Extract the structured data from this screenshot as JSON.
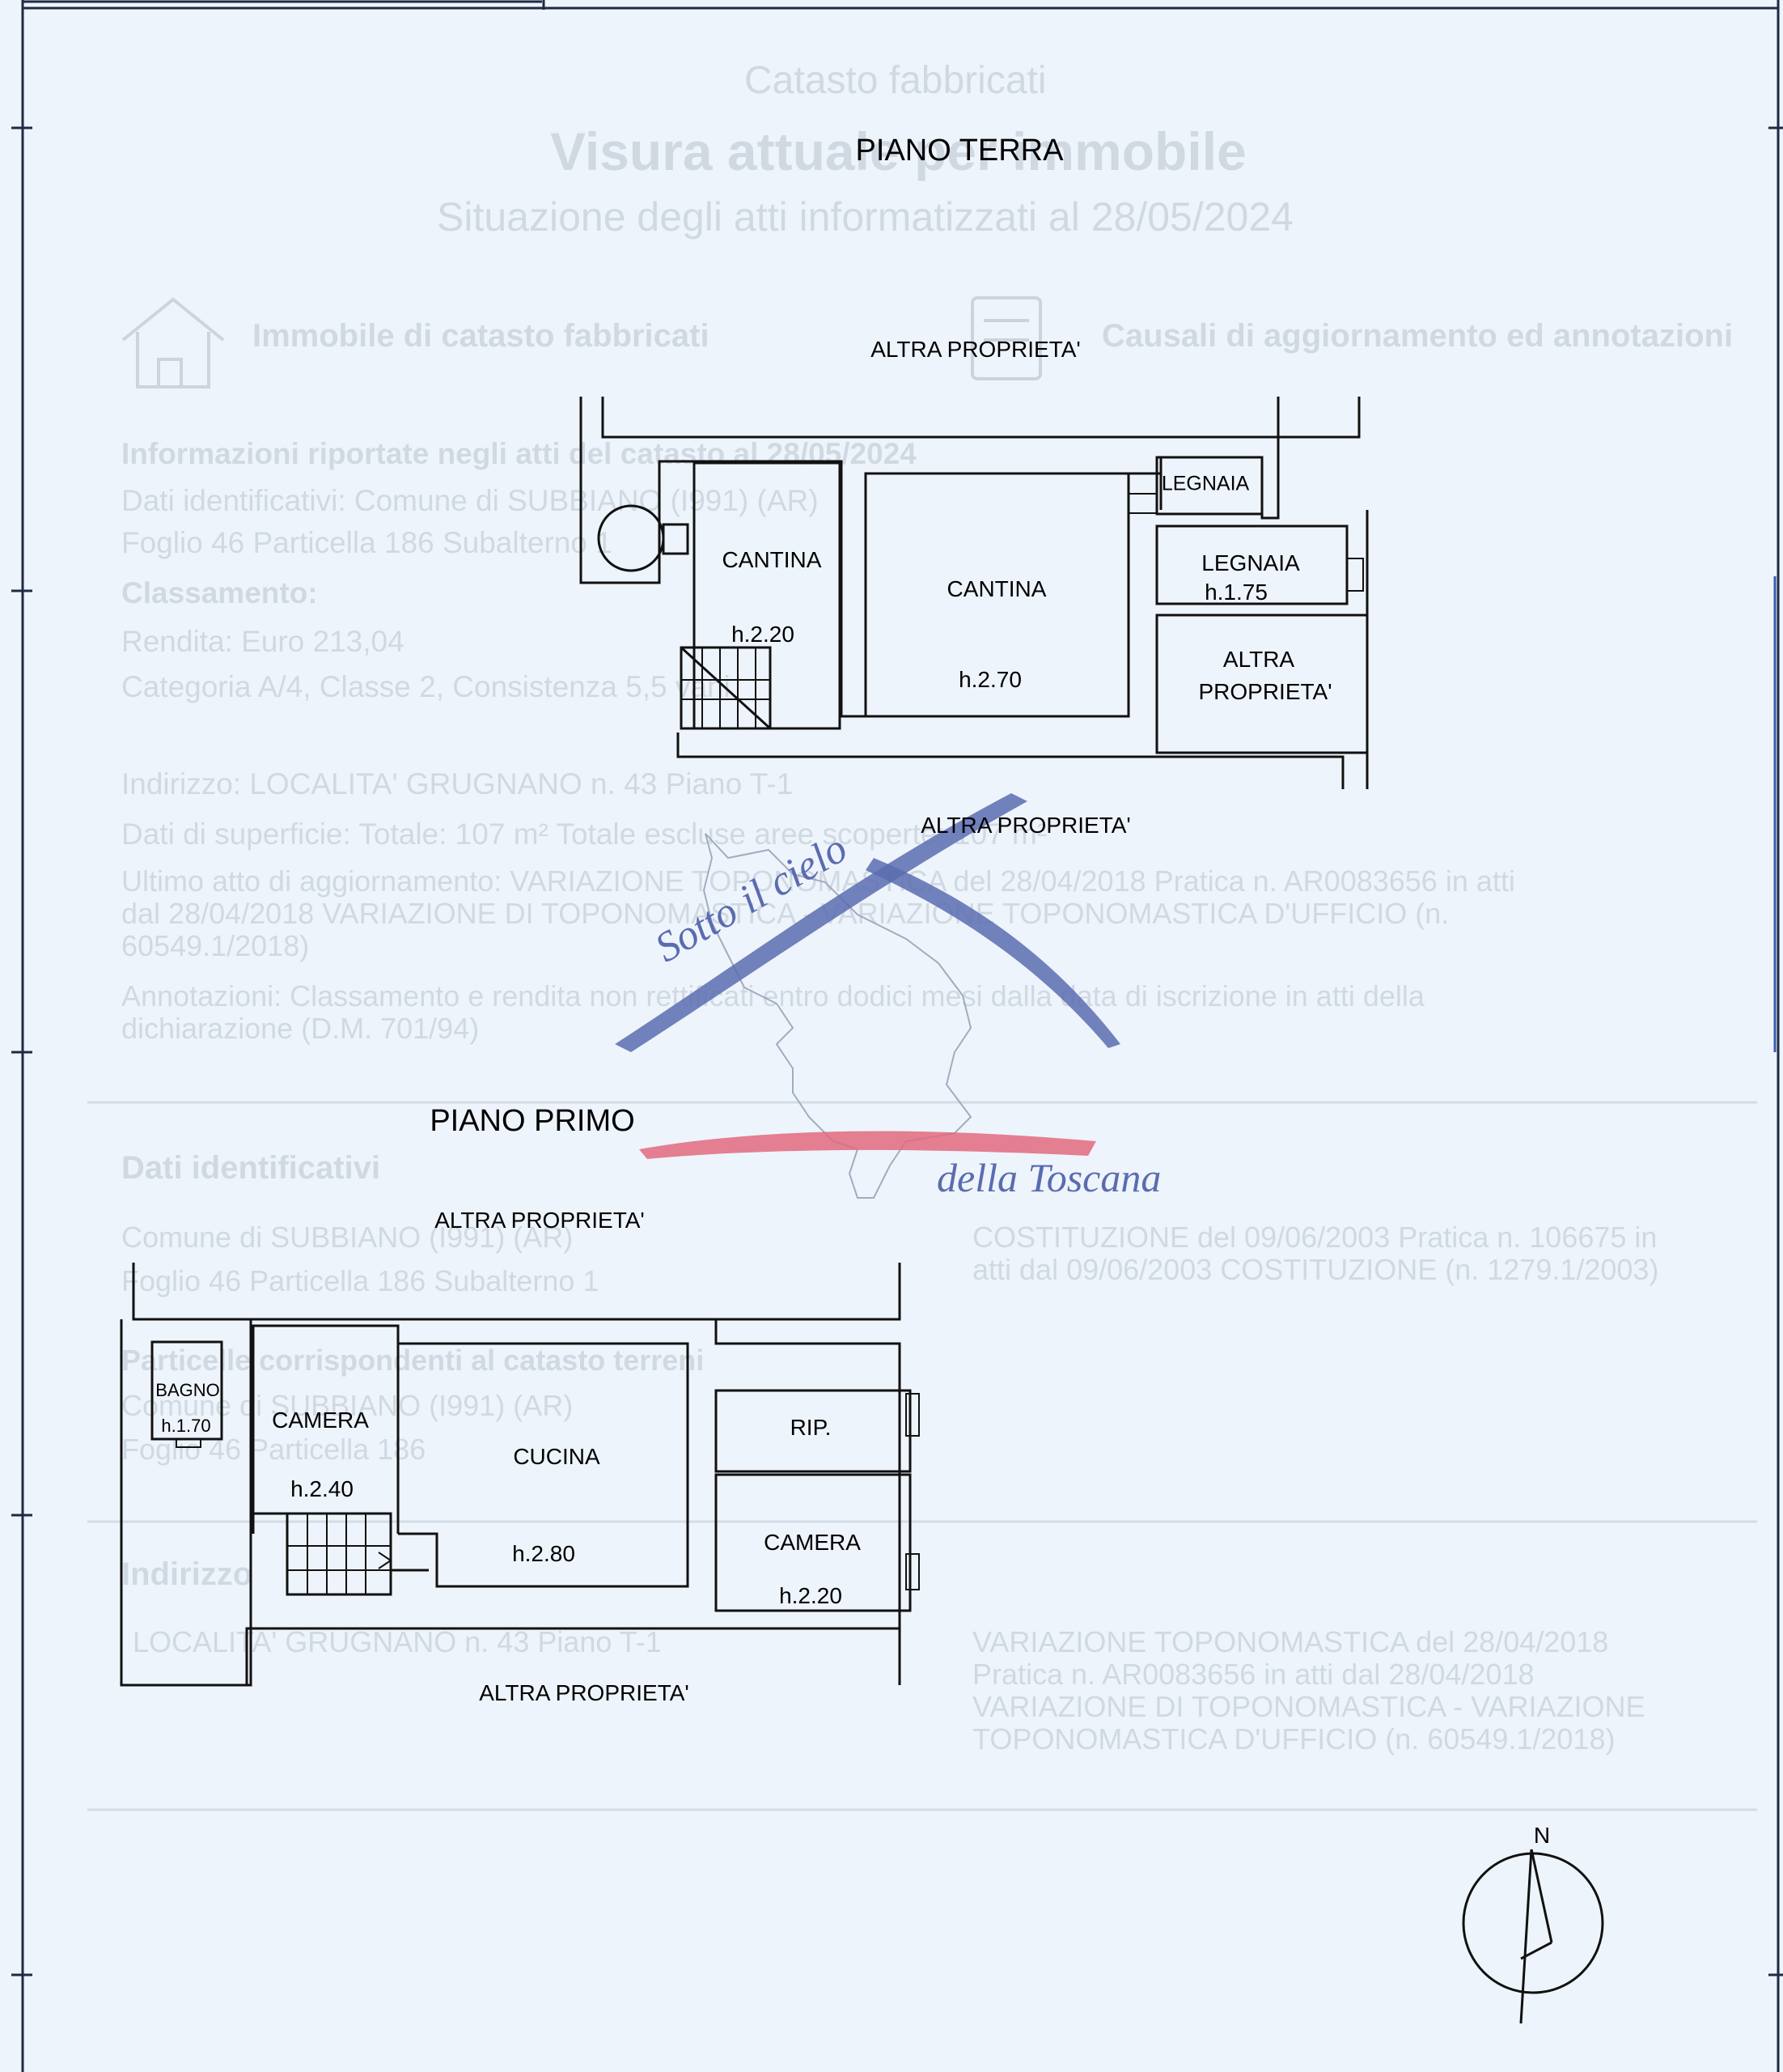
{
  "colors": {
    "paper": "#eef4fb",
    "frame": "#1f2a44",
    "wall": "#111111",
    "watermark_text": "#b9c3cf",
    "logo_blue": "#5a6cb0",
    "logo_red": "#e06a7e"
  },
  "floors": {
    "ground_title": "PIANO TERRA",
    "first_title": "PIANO PRIMO"
  },
  "ground": {
    "neighbor_top": "ALTRA PROPRIETA'",
    "neighbor_bottom": "ALTRA PROPRIETA'",
    "cantina1": "CANTINA",
    "cantina1_h": "h.2.20",
    "cantina2": "CANTINA",
    "cantina2_h": "h.2.70",
    "legnaia1": "LEGNAIA",
    "legnaia2": "LEGNAIA",
    "legnaia2_h": "h.1.75",
    "altra_line1": "ALTRA",
    "altra_line2": "PROPRIETA'"
  },
  "first": {
    "neighbor_top": "ALTRA PROPRIETA'",
    "neighbor_bottom": "ALTRA PROPRIETA'",
    "bagno": "BAGNO",
    "bagno_h": "h.1.70",
    "camera1": "CAMERA",
    "camera1_h": "h.2.40",
    "cucina": "CUCINA",
    "cucina_h": "h.2.80",
    "rip": "RIP.",
    "camera2": "CAMERA",
    "camera2_h": "h.2.20"
  },
  "compass": {
    "north": "N",
    "icon": "north-arrow-icon"
  },
  "logo": {
    "line1": "Sotto il cielo",
    "line2": "della Toscana",
    "icon": "tuscany-map-icon"
  },
  "watermark": {
    "header1": "Catasto fabbricati",
    "header2": "Visura attuale per immobile",
    "header3": "Situazione degli atti informatizzati al 28/05/2024",
    "section_left": "Immobile di catasto fabbricati",
    "section_right": "Causali di aggiornamento ed annotazioni",
    "l1": "Informazioni riportate negli atti del catasto al 28/05/2024",
    "l2": "Dati identificativi: Comune di SUBBIANO (I991) (AR)",
    "l3": "Foglio 46 Particella 186 Subalterno 1",
    "l4": "Classamento:",
    "l5": "Rendita: Euro 213,04",
    "l6": "Categoria A/4, Classe 2, Consistenza 5,5 vani",
    "l7": "Indirizzo: LOCALITA' GRUGNANO n. 43 Piano T-1",
    "l8": "Dati di superficie: Totale: 107 m² Totale escluse aree scoperte: 107 m²",
    "l9": "Ultimo atto di aggiornamento: VARIAZIONE TOPONOMASTICA del 28/04/2018 Pratica n. AR0083656 in atti",
    "l10": "dal 28/04/2018 VARIAZIONE DI TOPONOMASTICA - VARIAZIONE TOPONOMASTICA D'UFFICIO (n.",
    "l11": "60549.1/2018)",
    "l12": "Annotazioni: Classamento e rendita non rettificati entro dodici mesi dalla data di iscrizione in atti della",
    "l13": "dichiarazione (D.M. 701/94)",
    "s2": "Dati identificativi",
    "s2a": "Comune di SUBBIANO (I991) (AR)",
    "s2b": "Foglio 46 Particella 186 Subalterno 1",
    "s2c": "Particelle corrispondenti al catasto terreni",
    "s2d": "Comune di SUBBIANO (I991) (AR)",
    "s2e": "Foglio 46 Particella 186",
    "r2a": "COSTITUZIONE del 09/06/2003 Pratica n. 106675 in",
    "r2b": "atti dal 09/06/2003 COSTITUZIONE (n. 1279.1/2003)",
    "s3": "Indirizzo",
    "s3a": "LOCALITA' GRUGNANO n. 43 Piano T-1",
    "r3a": "VARIAZIONE TOPONOMASTICA del 28/04/2018",
    "r3b": "Pratica n. AR0083656 in atti dal 28/04/2018",
    "r3c": "VARIAZIONE DI TOPONOMASTICA - VARIAZIONE",
    "r3d": "TOPONOMASTICA D'UFFICIO (n. 60549.1/2018)"
  }
}
